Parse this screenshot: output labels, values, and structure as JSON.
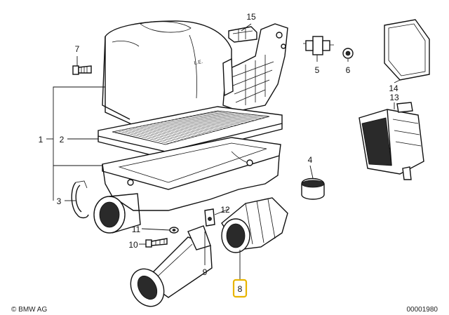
{
  "diagram": {
    "callouts": [
      {
        "id": "1",
        "text": "1"
      },
      {
        "id": "2",
        "text": "2"
      },
      {
        "id": "3",
        "text": "3"
      },
      {
        "id": "4",
        "text": "4"
      },
      {
        "id": "5",
        "text": "5"
      },
      {
        "id": "6",
        "text": "6"
      },
      {
        "id": "7",
        "text": "7"
      },
      {
        "id": "8",
        "text": "8",
        "highlighted": true
      },
      {
        "id": "9",
        "text": "9"
      },
      {
        "id": "10",
        "text": "10"
      },
      {
        "id": "11",
        "text": "11"
      },
      {
        "id": "12",
        "text": "12"
      },
      {
        "id": "13",
        "text": "13"
      },
      {
        "id": "14",
        "text": "14"
      },
      {
        "id": "15",
        "text": "15"
      }
    ],
    "highlight_color": "#e8b400"
  },
  "footer": {
    "copyright": "© BMW AG",
    "diagram_number": "00001980"
  }
}
